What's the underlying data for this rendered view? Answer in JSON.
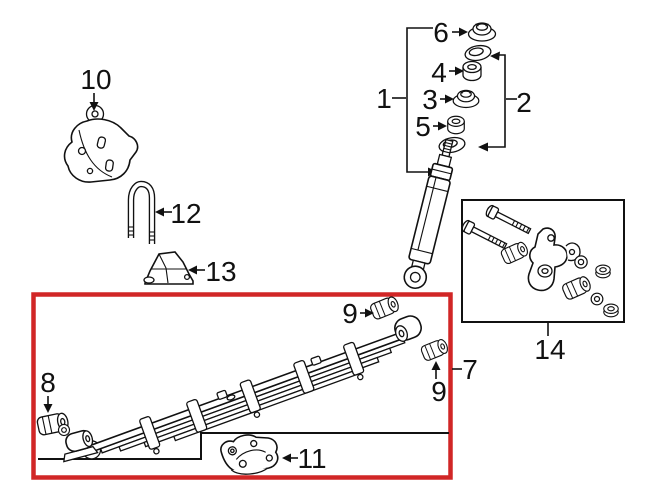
{
  "colors": {
    "highlight_box": "#d12626",
    "line": "#111111",
    "background": "#ffffff"
  },
  "callouts": {
    "c1": "1",
    "c2": "2",
    "c3": "3",
    "c4": "4",
    "c5": "5",
    "c6": "6",
    "c7": "7",
    "c8": "8",
    "c9": "9",
    "c10": "10",
    "c11": "11",
    "c12": "12",
    "c13": "13",
    "c14": "14"
  }
}
